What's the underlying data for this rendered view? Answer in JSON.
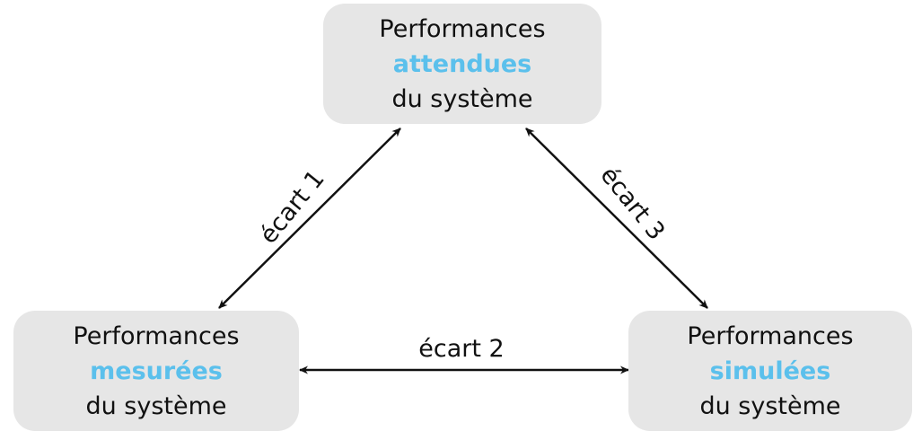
{
  "nodes": {
    "top": {
      "line1": "Performances",
      "highlight": "attendues",
      "line3": "du système"
    },
    "left": {
      "line1": "Performances",
      "highlight": "mesurées",
      "line3": "du système"
    },
    "right": {
      "line1": "Performances",
      "highlight": "simulées",
      "line3": "du système"
    }
  },
  "edges": {
    "ecart1": "écart 1",
    "ecart2": "écart 2",
    "ecart3": "écart 3"
  },
  "colors": {
    "highlight": "#5bc0ec",
    "box_fill": "#e6e6e6",
    "arrow": "#111111"
  }
}
